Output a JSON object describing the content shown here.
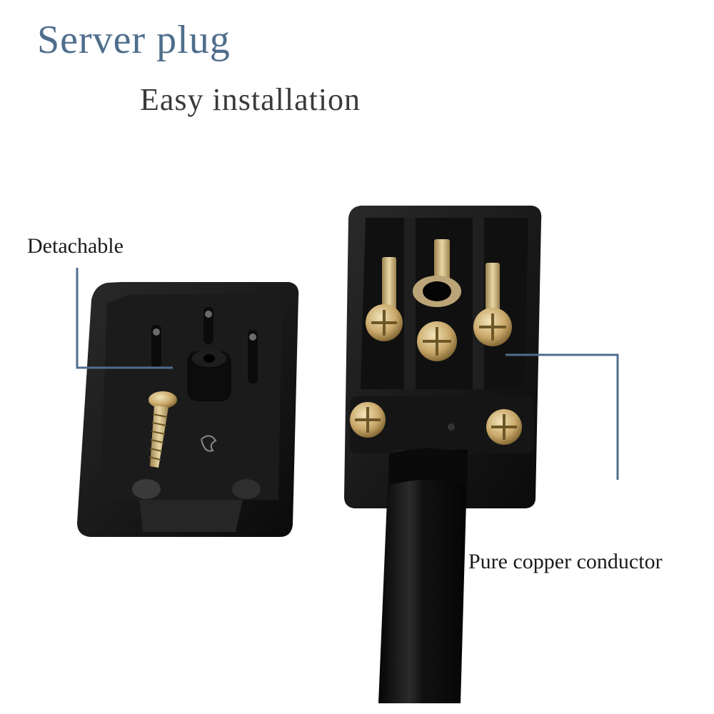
{
  "header": {
    "title": "Server plug",
    "subtitle": "Easy installation"
  },
  "callouts": {
    "left": "Detachable",
    "right": "Pure copper conductor"
  },
  "colors": {
    "title": "#4f6e8c",
    "callout_line": "#4f6e8c",
    "plastic": "#141414",
    "brass": "#c9a86a"
  }
}
